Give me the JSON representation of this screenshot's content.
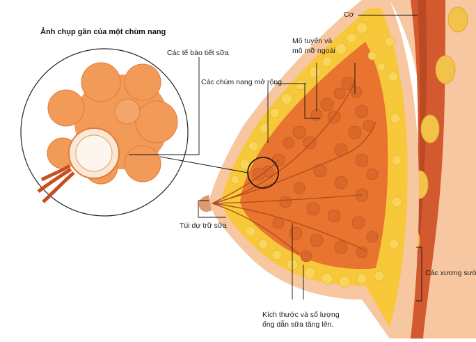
{
  "diagram": {
    "inset_title": "Ảnh chụp gần của một chùm nang",
    "labels": {
      "muscle": "Cơ",
      "secretory_cells": "Các tế bào tiết sữa",
      "glandular_tissue_line1": "Mô tuyến và",
      "glandular_tissue_line2": "mô mỡ ngoài",
      "enlarged_lobules": "Các chùm nang mở rộng",
      "milk_sac": "Túi dự trữ sữa",
      "ribs": "Các xương sườn",
      "ducts_line1": "Kích thước và số lượng",
      "ducts_line2": "ống dẫn sữa tăng lên."
    },
    "colors": {
      "tissue_orange": "#e8742f",
      "lobule_orange": "#d9682a",
      "fat_yellow": "#f7c93a",
      "skin_peach": "#f6c7a0",
      "muscle_red": "#d35a2e",
      "rib_yellow": "#f3c24a"
    }
  }
}
